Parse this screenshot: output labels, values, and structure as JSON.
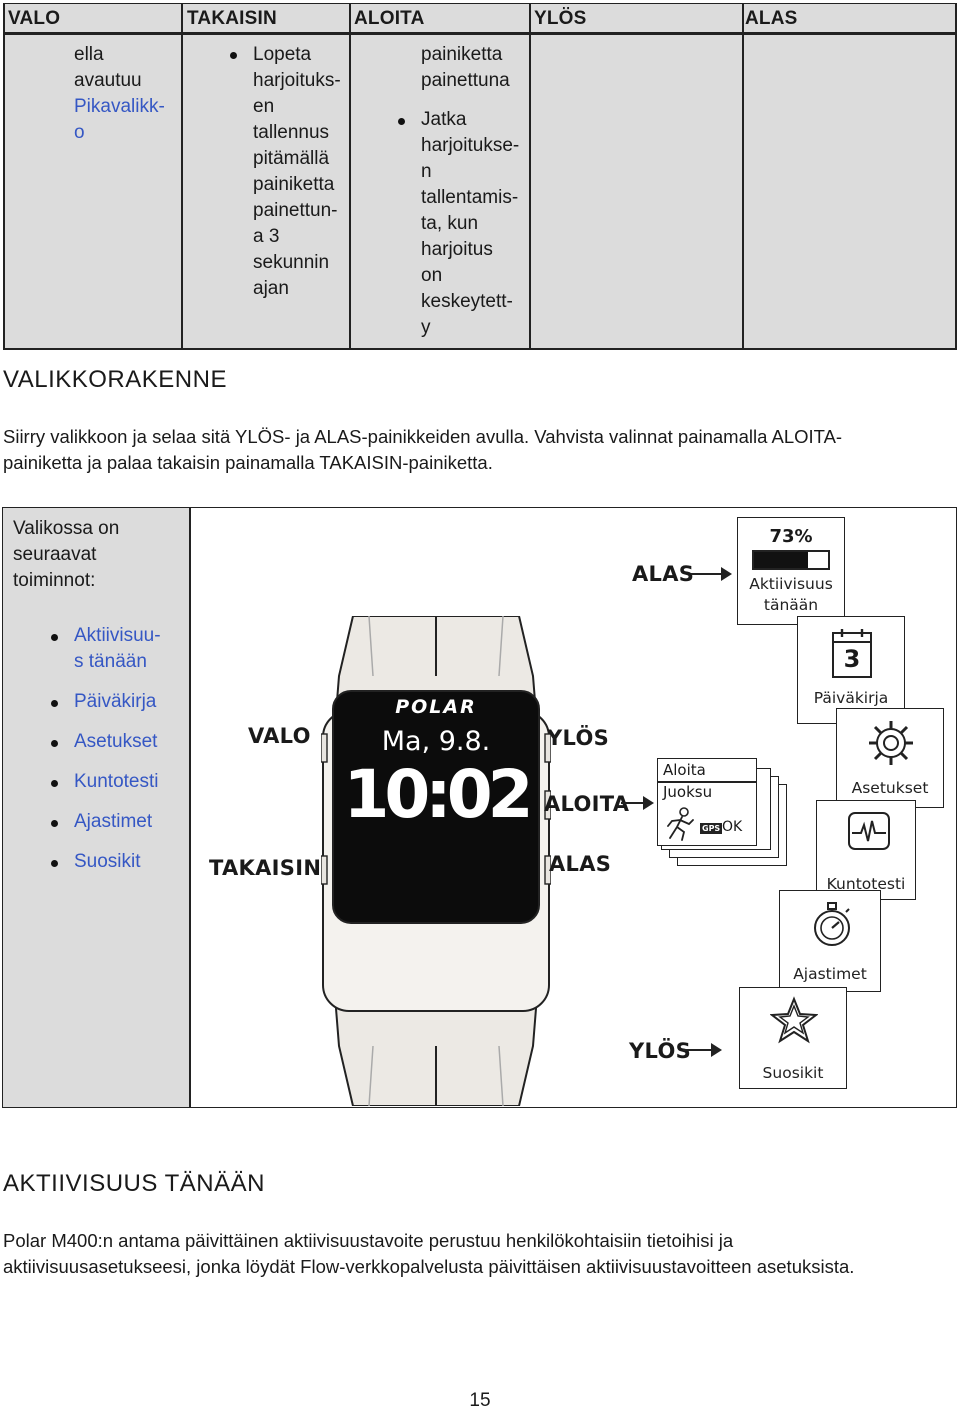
{
  "header": {
    "cols": [
      "VALO",
      "TAKAISIN",
      "ALOITA",
      "YLÖS",
      "ALAS"
    ]
  },
  "top_table": {
    "col1_lines": [
      "ella",
      "avautuu"
    ],
    "col1_link_lines": [
      "Pikavalikk-",
      "o"
    ],
    "col2_lines": [
      "Lopeta",
      "harjoituks-",
      "en",
      "tallennus",
      "pitämällä",
      "painiketta",
      "painettun-",
      "a 3",
      "sekunnin",
      "ajan"
    ],
    "col3_lines": [
      "painiketta",
      "painettuna"
    ],
    "col3_bullet_lines": [
      "Jatka",
      "harjoitukse-",
      "n",
      "tallentamis-",
      "ta, kun",
      "harjoitus",
      "on",
      "keskeytett-",
      "y"
    ]
  },
  "section1": {
    "heading": "VALIKKORAKENNE",
    "para_line1": "Siirry valikkoon ja selaa sitä YLÖS- ja ALAS-painikkeiden avulla. Vahvista valinnat painamalla ALOITA-",
    "para_line2": "painiketta ja palaa takaisin painamalla TAKAISIN-painiketta."
  },
  "menu_table": {
    "intro_lines": [
      "Valikossa on",
      "seuraavat",
      "toiminnot:"
    ],
    "items": [
      {
        "lines": [
          "Aktiivisuu-",
          "s tänään"
        ]
      },
      {
        "lines": [
          "Päiväkirja"
        ]
      },
      {
        "lines": [
          "Asetukset"
        ]
      },
      {
        "lines": [
          "Kuntotesti"
        ]
      },
      {
        "lines": [
          "Ajastimet"
        ]
      },
      {
        "lines": [
          "Suosikit"
        ]
      }
    ]
  },
  "diagram": {
    "btn_alas_top": "ALAS",
    "btn_valo": "VALO",
    "btn_ylos_side": "YLÖS",
    "btn_aloita": "ALOITA",
    "btn_takaisin": "TAKAISIN",
    "btn_alas_side": "ALAS",
    "btn_ylos_bottom": "YLÖS",
    "watch_brand": "POLAR",
    "watch_date": "Ma, 9.8.",
    "watch_time": "10:02",
    "activity_percent": "73%",
    "activity_fill": 0.73,
    "activity_label_lines": [
      "Aktiivisuus",
      "tänään"
    ],
    "diary_day": "3",
    "tiles": [
      "Päiväkirja",
      "Asetukset",
      "Kuntotesti",
      "Ajastimet",
      "Suosikit"
    ],
    "start_card": {
      "line1": "Aloita",
      "line2": "Juoksu",
      "gps": "GPS",
      "ok": "OK"
    }
  },
  "section2": {
    "heading": "AKTIIVISUUS TÄNÄÄN",
    "para_line1": "Polar M400:n antama päivittäinen aktiivisuustavoite perustuu henkilökohtaisiin tietoihisi ja",
    "para_line2": "aktiivisuusasetukseesi, jonka löydät Flow-verkkopalvelusta päivittäisen aktiivisuustavoitteen asetuksista."
  },
  "footer": {
    "page_number": "15"
  },
  "colors": {
    "link_blue": "#3557c4",
    "cell_gray": "#dcdcdc"
  }
}
